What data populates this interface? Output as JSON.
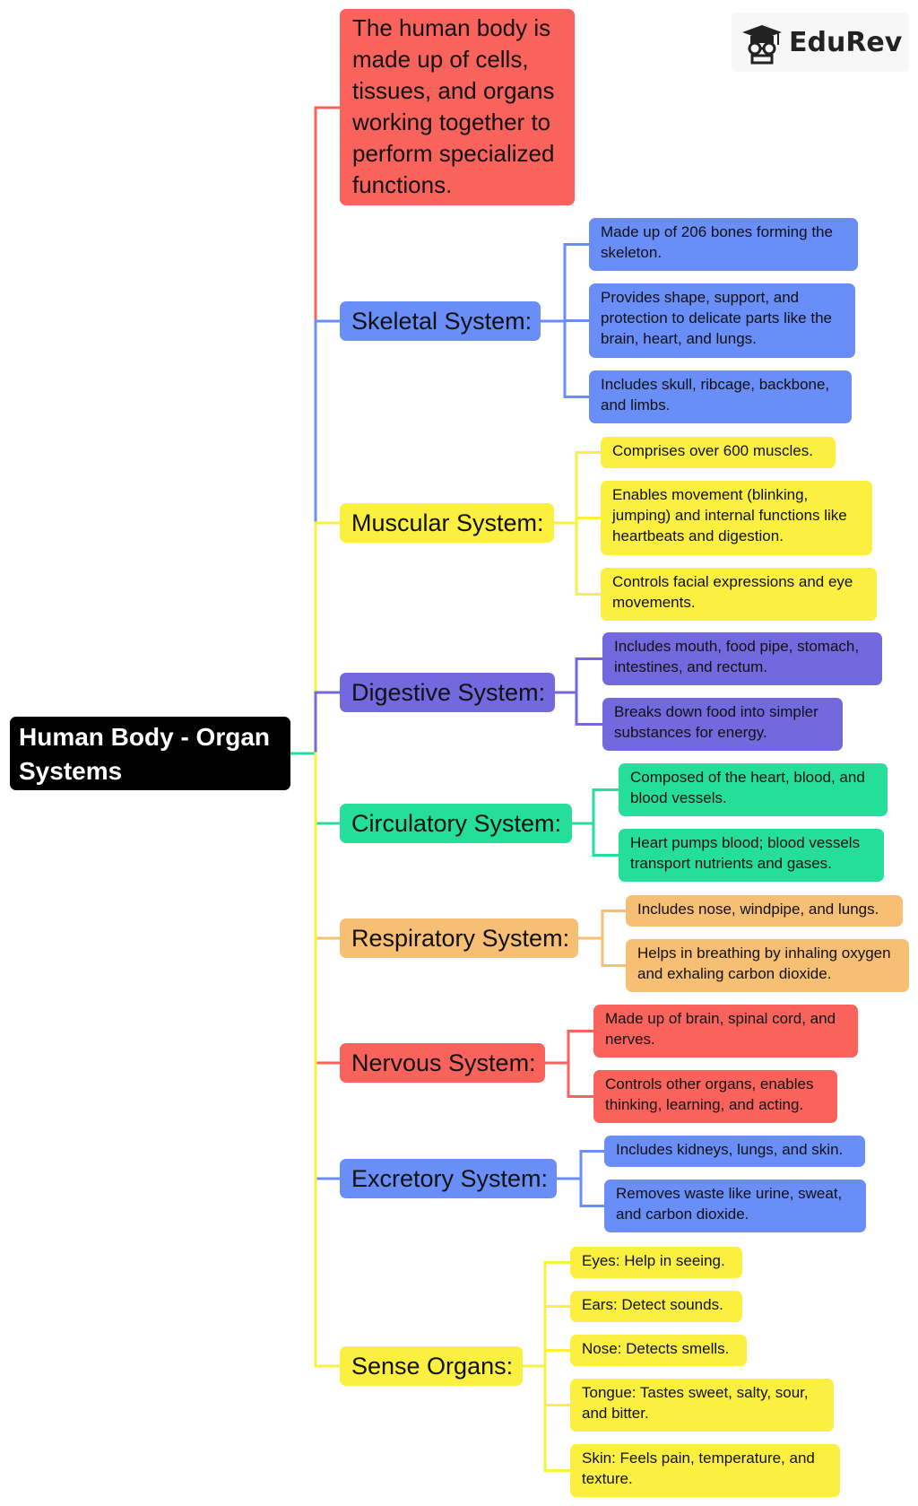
{
  "brand": {
    "name": "EduRev",
    "icon": "graduate-cap-logo-icon"
  },
  "root": {
    "label": "Human Body - Organ Systems",
    "color": "#000000"
  },
  "intro": {
    "text": "The human body is made up of cells, tissues, and organs working together to perform specialized functions.",
    "color": "#fa635c"
  },
  "systems": [
    {
      "label": "Skeletal System:",
      "color": "#6a8ef8",
      "details": [
        "Made up of 206 bones forming the skeleton.",
        "Provides shape, support, and protection to delicate parts like the brain, heart, and lungs.",
        "Includes skull, ribcage, backbone, and limbs."
      ]
    },
    {
      "label": "Muscular System:",
      "color": "#fbf03f",
      "details": [
        "Comprises over 600 muscles.",
        "Enables movement (blinking, jumping) and internal functions like heartbeats and digestion.",
        "Controls facial expressions and eye movements."
      ]
    },
    {
      "label": "Digestive System:",
      "color": "#7369df",
      "details": [
        "Includes mouth, food pipe, stomach, intestines, and rectum.",
        "Breaks down food into simpler substances for energy."
      ]
    },
    {
      "label": "Circulatory System:",
      "color": "#25de9a",
      "details": [
        "Composed of the heart, blood, and blood vessels.",
        "Heart pumps blood; blood vessels transport nutrients and gases."
      ]
    },
    {
      "label": "Respiratory System:",
      "color": "#f7bf73",
      "details": [
        "Includes nose, windpipe, and lungs.",
        "Helps in breathing by inhaling oxygen and exhaling carbon dioxide."
      ]
    },
    {
      "label": "Nervous System:",
      "color": "#fa635c",
      "details": [
        "Made up of brain, spinal cord, and nerves.",
        "Controls other organs, enables thinking, learning, and acting."
      ]
    },
    {
      "label": "Excretory System:",
      "color": "#6a8ef8",
      "details": [
        "Includes kidneys, lungs, and skin.",
        "Removes waste like urine, sweat, and carbon dioxide."
      ]
    },
    {
      "label": "Sense Organs:",
      "color": "#fbf03f",
      "details": [
        "Eyes: Help in seeing.",
        "Ears: Detect sounds.",
        "Nose: Detects smells.",
        "Tongue: Tastes sweet, salty, sour, and bitter.",
        "Skin: Feels pain, temperature, and texture."
      ]
    }
  ]
}
